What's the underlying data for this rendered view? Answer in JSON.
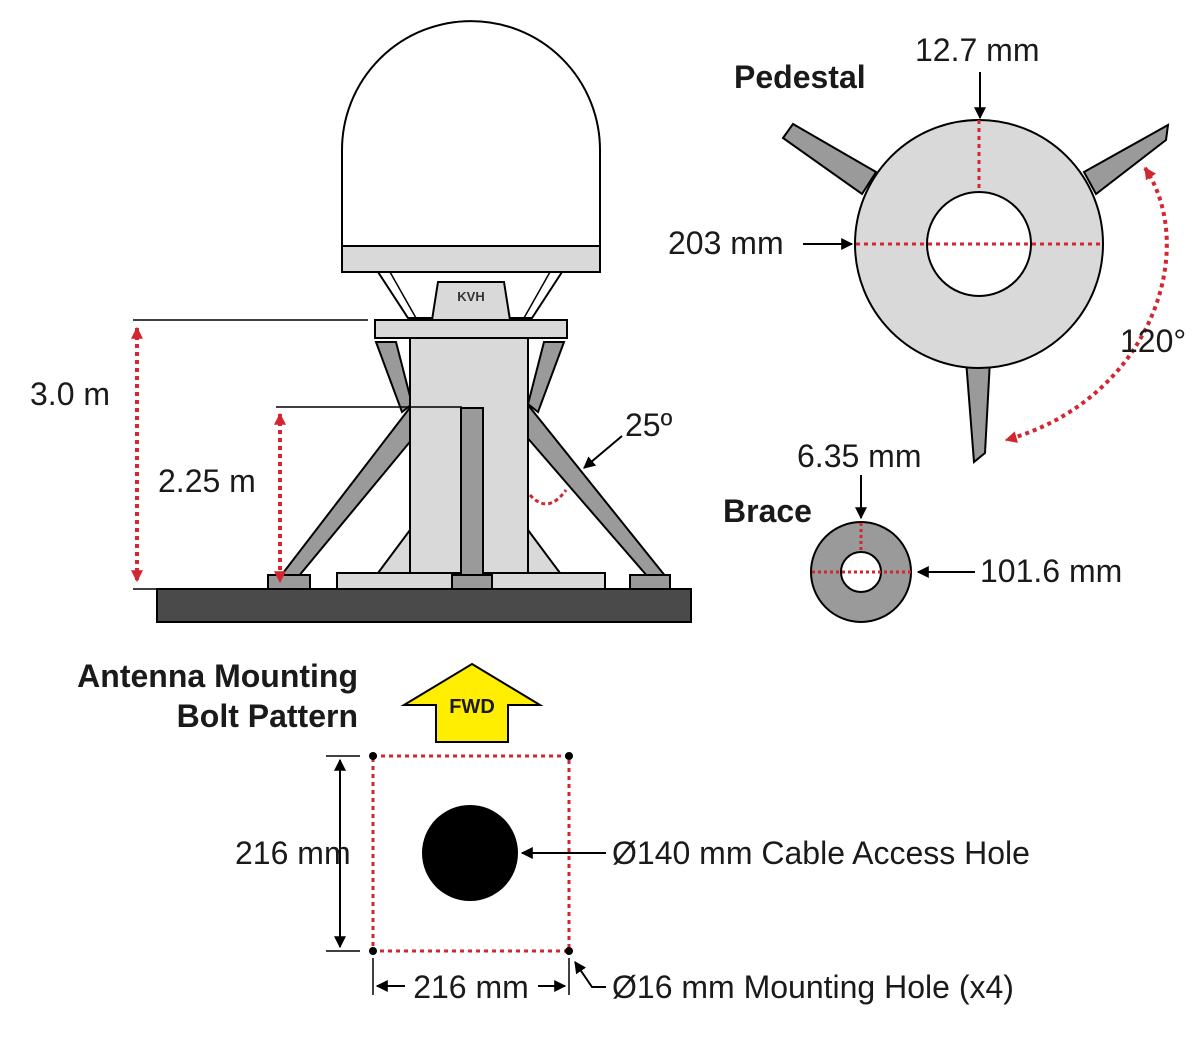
{
  "colors": {
    "dim_red": "#d22630",
    "structure_gray": "#9a9a9a",
    "light_gray": "#d9d9d9",
    "base_dark": "#4a4a4a",
    "fwd_yellow": "#ffee00"
  },
  "elevation": {
    "logo_text": "KVH",
    "height_total": "3.0 m",
    "height_pedestal": "2.25 m",
    "brace_angle": "25º"
  },
  "pedestal": {
    "title": "Pedestal",
    "wall_thickness": "12.7 mm",
    "diameter": "203 mm",
    "angle": "120°"
  },
  "brace": {
    "title": "Brace",
    "wall_thickness": "6.35 mm",
    "diameter": "101.6 mm"
  },
  "bolt_pattern": {
    "title_line1": "Antenna Mounting",
    "title_line2": "Bolt Pattern",
    "fwd_label": "FWD",
    "height": "216 mm",
    "width": "216 mm",
    "cable_hole": "Ø140 mm Cable Access Hole",
    "mounting_hole": "Ø16 mm Mounting Hole (x4)"
  }
}
